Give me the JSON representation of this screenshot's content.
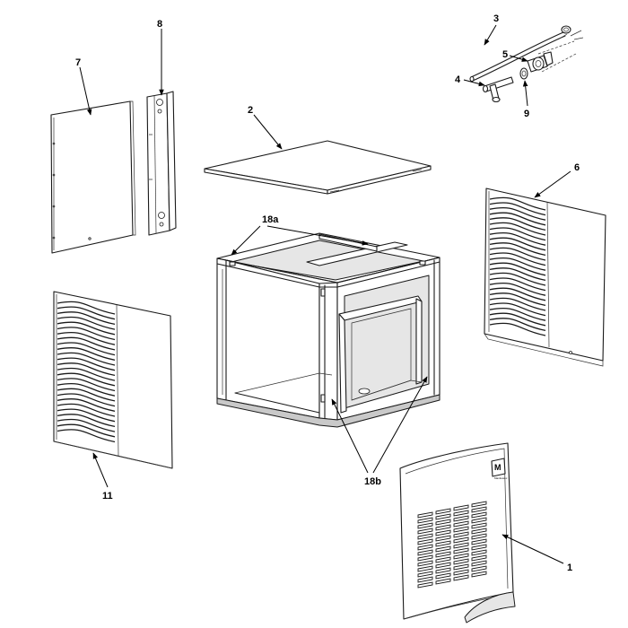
{
  "callouts": {
    "c1": "1",
    "c2": "2",
    "c3": "3",
    "c4": "4",
    "c5": "5",
    "c6": "6",
    "c7": "7",
    "c8": "8",
    "c9": "9",
    "c11": "11",
    "c18a": "18a",
    "c18b": "18b"
  },
  "logo": {
    "text": "Manitowoc"
  }
}
